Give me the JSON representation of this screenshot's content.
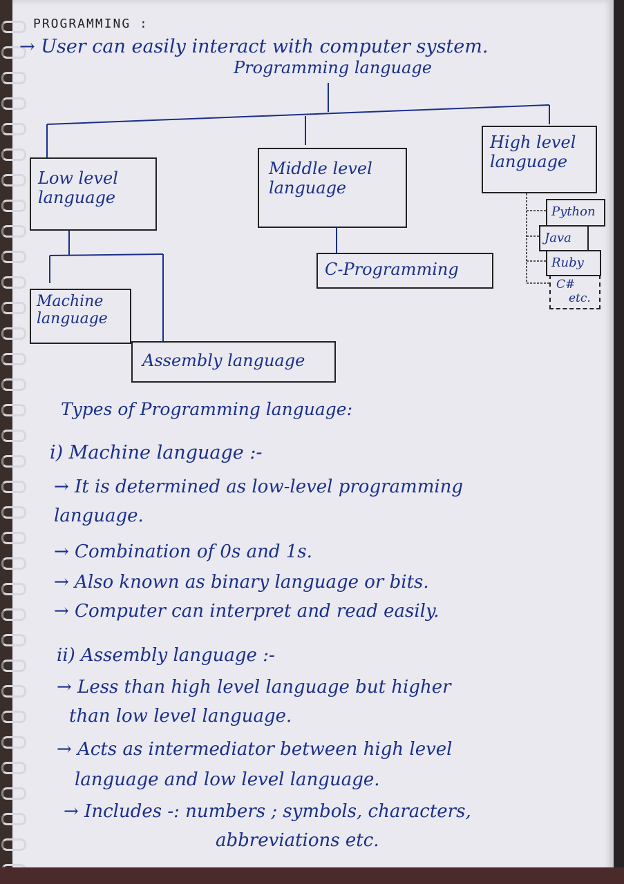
{
  "heading": "PROGRAMMING :",
  "intro": "→ User can easily interact with computer system.",
  "root": "Programming language",
  "low": "Low level language",
  "middle": "Middle level language",
  "high": "High level language",
  "machine": "Machine language",
  "assembly": "Assembly language",
  "cprog": "C-Programming",
  "python": "Python",
  "java": "Java",
  "ruby": "Ruby",
  "csharp": "C#",
  "etc": "etc.",
  "types_heading": "Types of Programming language:",
  "s1_title": "i) Machine language :-",
  "s1_l1": "→ It is determined as low-level programming",
  "s1_l1b": "language.",
  "s1_l2": "→ Combination of 0s and 1s.",
  "s1_l3": "→ Also known as binary language or bits.",
  "s1_l4": "→ Computer can interpret and read easily.",
  "s2_title": "ii) Assembly language :-",
  "s2_l1": "→ Less than high level language but higher",
  "s2_l1b": "than low level language.",
  "s2_l2": "→ Acts as intermediator between high level",
  "s2_l2b": "language and low level language.",
  "s2_l3": "→ Includes -: numbers ; symbols, characters,",
  "s2_l3b": "abbreviations etc."
}
